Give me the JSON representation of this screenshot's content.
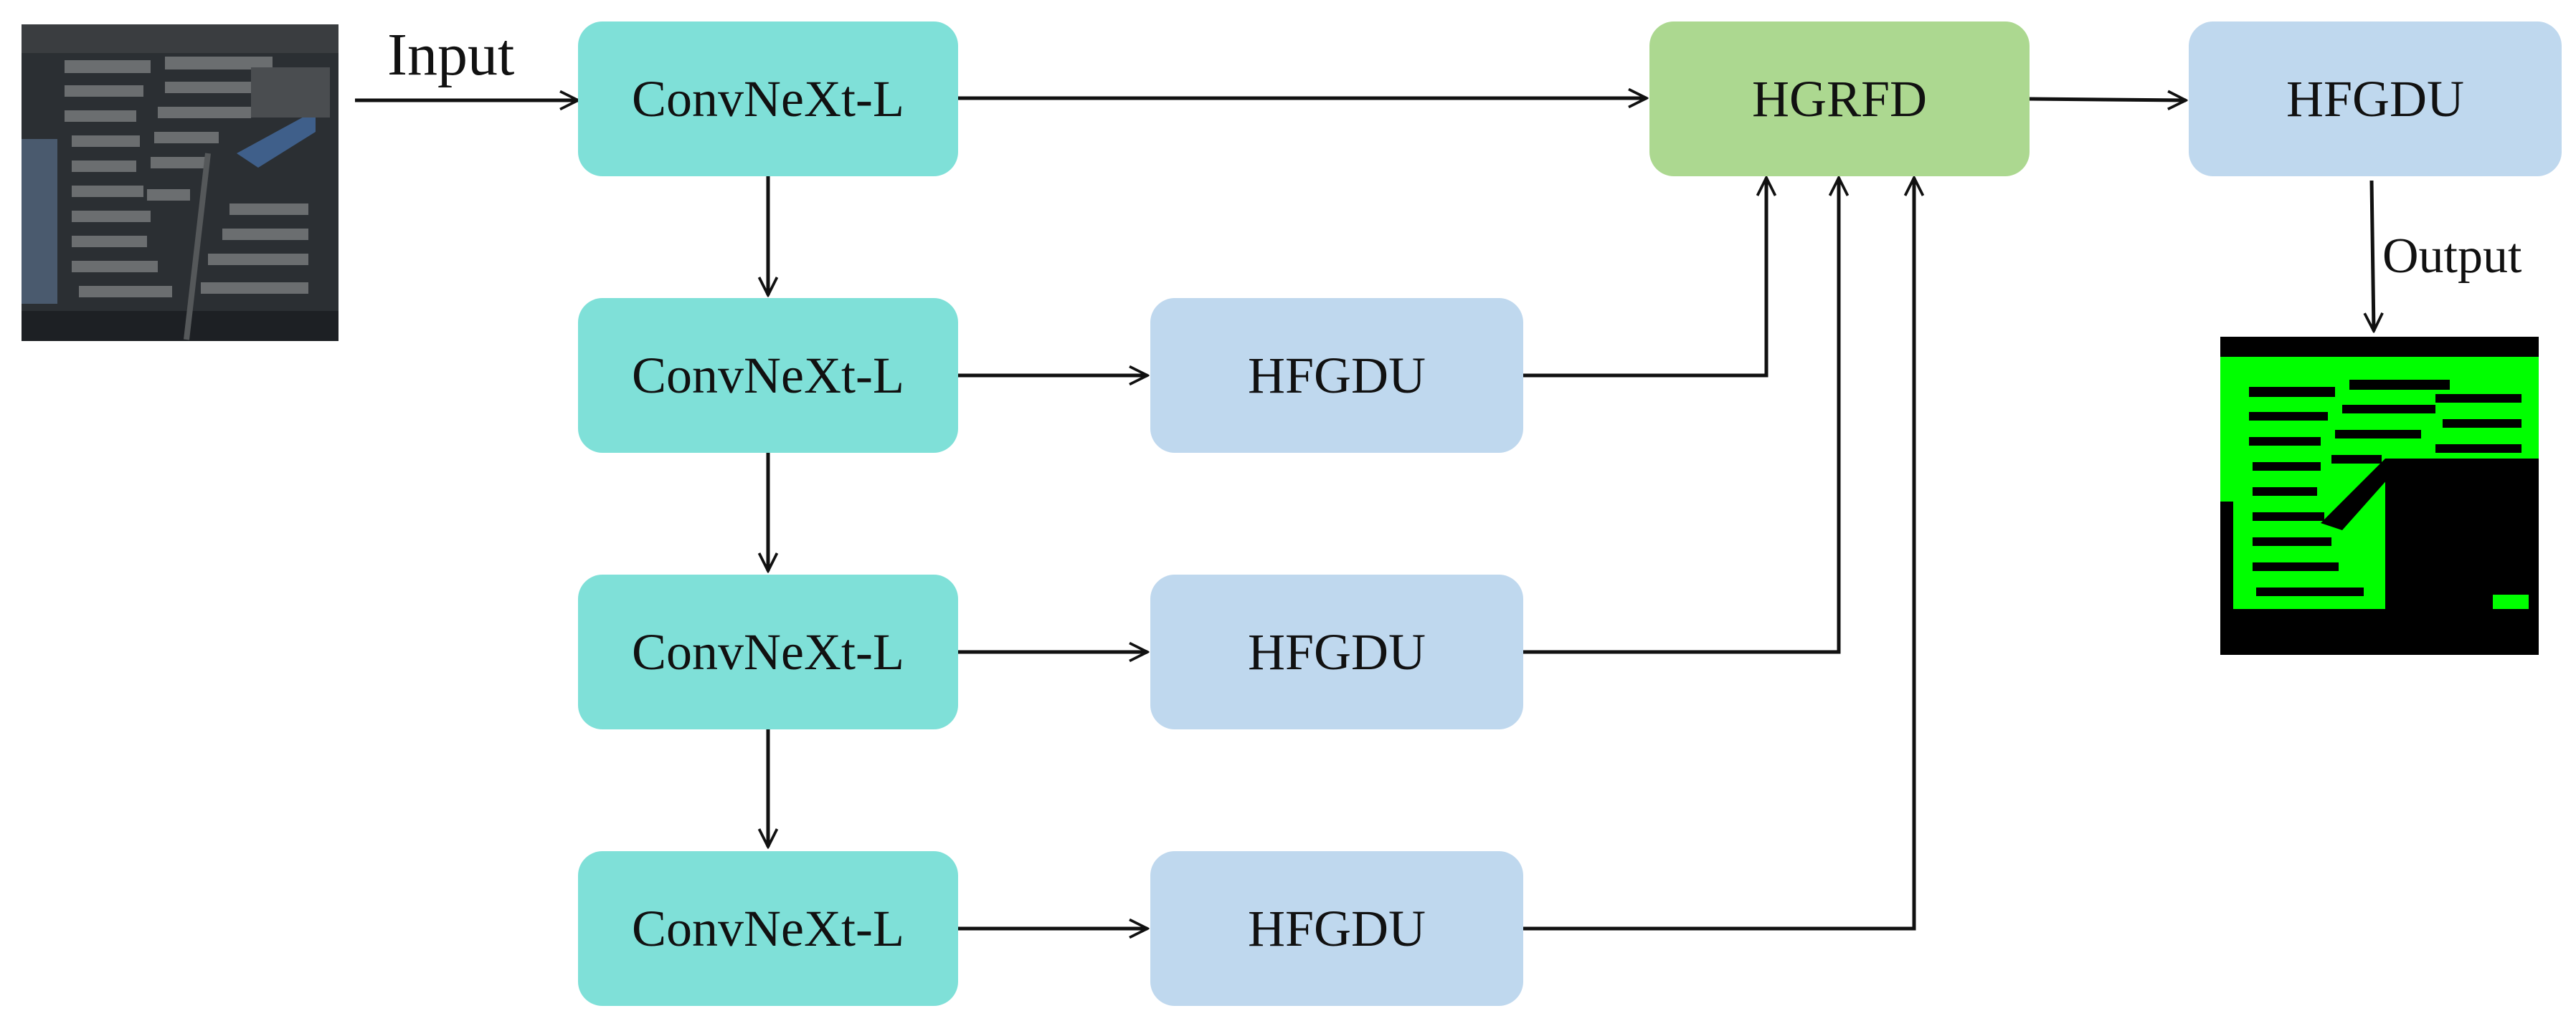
{
  "colors": {
    "backbone": "#7fe0d8",
    "decoder": "#bfd8ee",
    "fusion": "#acd890",
    "line": "#111111",
    "mask_building": "#00ff00",
    "mask_background": "#000000"
  },
  "labels": {
    "input": "Input",
    "output": "Output"
  },
  "backbone": [
    {
      "label": "ConvNeXt-L"
    },
    {
      "label": "ConvNeXt-L"
    },
    {
      "label": "ConvNeXt-L"
    },
    {
      "label": "ConvNeXt-L"
    }
  ],
  "side_decoders": [
    {
      "label": "HFGDU"
    },
    {
      "label": "HFGDU"
    },
    {
      "label": "HFGDU"
    }
  ],
  "fusion": {
    "label": "HGRFD"
  },
  "final_decoder": {
    "label": "HFGDU"
  }
}
